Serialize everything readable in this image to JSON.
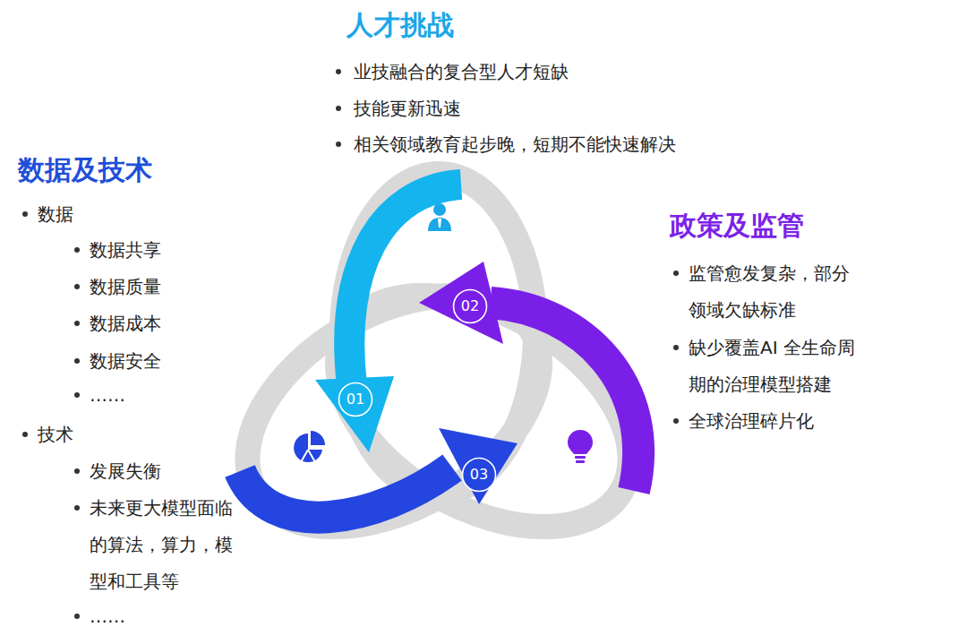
{
  "diagram": {
    "nodes": [
      {
        "text": [
          "01"
        ]
      },
      {
        "text": [
          "02"
        ]
      },
      {
        "text": [
          "03"
        ]
      }
    ],
    "labels": [
      "人才挑战",
      "业技融合的复合型人才短缺",
      "技能更新迅速",
      "相关领域教育起步晚，短期不能快速解决",
      "数据及技术",
      "数据",
      "数据共享",
      "数据质量",
      "数据成本",
      "数据安全",
      "……",
      "技术",
      "发展失衡",
      "未来更大模型面临的算法，算力，模型和工具等",
      "……",
      "政策及监管",
      "监管愈发复杂，部分领域欠缺标准",
      "缺少覆盖AI 全生命周期的治理模型搭建",
      "全球治理碎片化"
    ]
  }
}
